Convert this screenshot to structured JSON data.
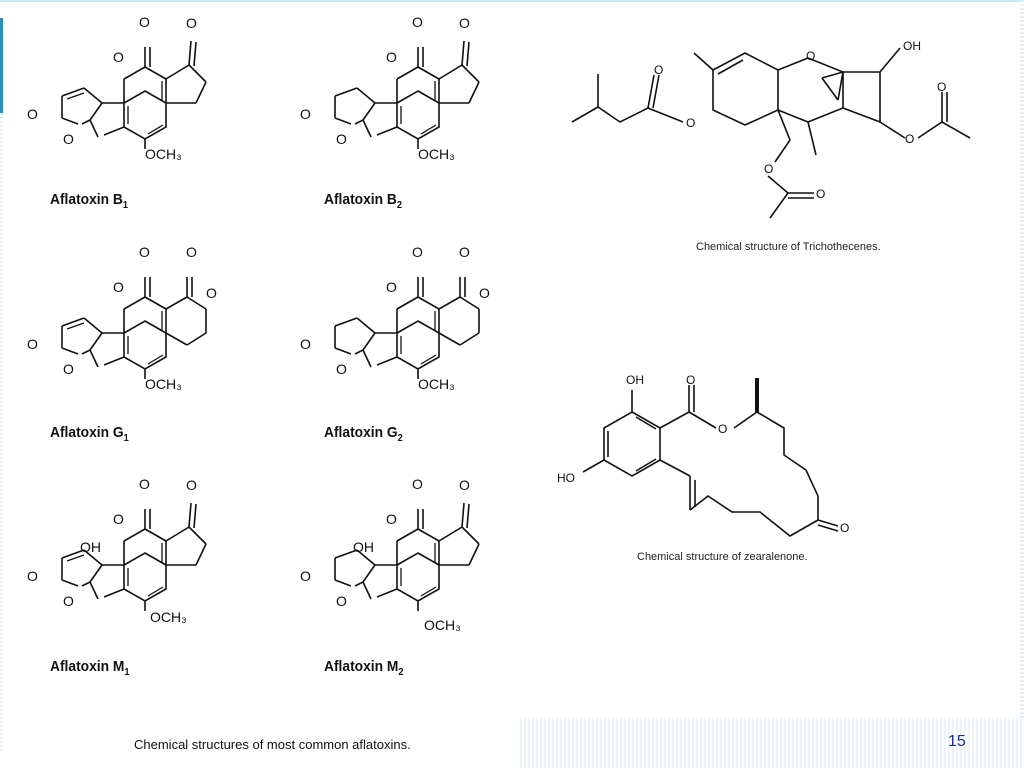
{
  "aflatoxins": {
    "b1": {
      "name": "Aflatoxin B",
      "sub": "1"
    },
    "b2": {
      "name": "Aflatoxin B",
      "sub": "2"
    },
    "g1": {
      "name": "Aflatoxin G",
      "sub": "1"
    },
    "g2": {
      "name": "Aflatoxin G",
      "sub": "2"
    },
    "m1": {
      "name": "Aflatoxin M",
      "sub": "1"
    },
    "m2": {
      "name": "Aflatoxin M",
      "sub": "2"
    },
    "caption": "Chemical structures of most common aflatoxins."
  },
  "trichothecenes": {
    "caption": "Chemical structure of Trichothecenes."
  },
  "zearalenone": {
    "caption": "Chemical structure of zearalenone."
  },
  "atoms": {
    "o": "O",
    "och3": "OCH₃",
    "oh": "OH",
    "ho": "HO"
  },
  "page_number": "15"
}
